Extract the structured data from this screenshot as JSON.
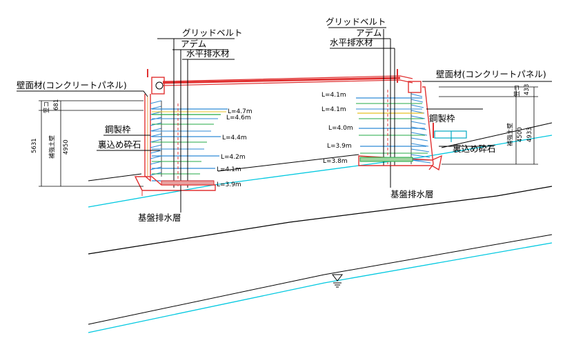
{
  "left_wall": {
    "labels": {
      "grid_belt": "グリッドベルト",
      "adem": "アデム",
      "drain": "水平排水材",
      "facing": "壁面材(コンクリートパネル)",
      "steel_frame": "鋼製枠",
      "backfill": "裏込め砕石",
      "base_drain": "基盤排水層"
    },
    "lengths": [
      "L=4.7m",
      "L=4.6m",
      "L=4.4m",
      "L=4.2m",
      "L=4.1m",
      "L=3.9m"
    ],
    "dims": {
      "total": "5631",
      "coping_label": "笠コ",
      "coping_value": "681",
      "wall_label": "補強土壁",
      "wall_value": "4950"
    }
  },
  "right_wall": {
    "labels": {
      "grid_belt": "グリッドベルト",
      "adem": "アデム",
      "drain": "水平排水材",
      "facing": "壁面材(コンクリートパネル)",
      "steel_frame": "鋼製枠",
      "backfill": "裏込め砕石",
      "base_drain": "基盤排水層"
    },
    "lengths": [
      "L=4.1m",
      "L=4.1m",
      "L=4.0m",
      "L=3.9m",
      "L=3.8m"
    ],
    "dims": {
      "coping_label": "笠コ",
      "coping_value": "433",
      "wall_label": "補強土壁",
      "wall_value": "4500",
      "total": "4933"
    }
  },
  "colors": {
    "facing": "#e03030",
    "water": "#00c8e0",
    "ground": "#000000",
    "layer_blue": "#2e8ad6",
    "layer_green": "#22aa44",
    "layer_yellow": "#e8c020",
    "base_fill": "#e8a0a0"
  },
  "icons": [
    "water-level-icon"
  ]
}
